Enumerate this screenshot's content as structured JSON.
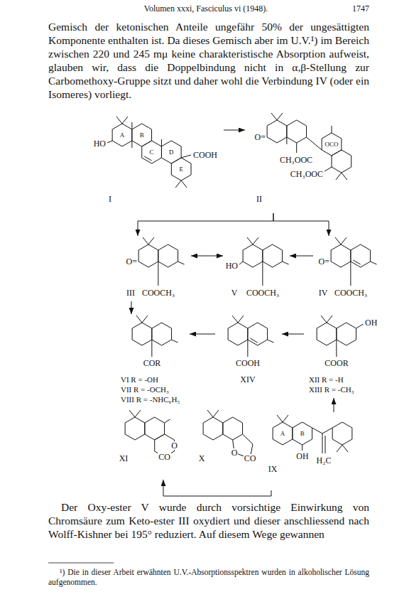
{
  "diagram": {
    "nodes": [
      {
        "text": [
          "HO",
          "A",
          "B",
          "C",
          "D",
          "E",
          "COOH",
          "I"
        ]
      },
      {
        "text": [
          "O=",
          "CH₃OOC",
          "OCO",
          "CH₃OOC",
          "II"
        ]
      },
      {
        "text": [
          "O=",
          "COOCH₃",
          "III"
        ]
      },
      {
        "text": [
          "HO",
          "COOCH₃",
          "V"
        ]
      },
      {
        "text": [
          "O=",
          "COOCH₃",
          "IV"
        ]
      },
      {
        "text": [
          "COR",
          "VI R = -OH",
          "VII R = -OCH₃",
          "VIII R = -NHC₆H₅"
        ]
      },
      {
        "text": [
          "COOH",
          "XIV"
        ]
      },
      {
        "text": [
          "OH",
          "COOR",
          "XII R = -H",
          "XIII R = -CH₃"
        ]
      },
      {
        "text": [
          "O",
          "CO",
          "XI"
        ]
      },
      {
        "text": [
          "O",
          "CO",
          "X"
        ]
      },
      {
        "text": [
          "A",
          "B",
          "OH",
          "H₂C",
          "IX"
        ]
      }
    ],
    "edges": [
      {
        "from": 0,
        "to": 1,
        "arrow": "to"
      },
      {
        "from": 1,
        "to": 2,
        "arrow": "to"
      },
      {
        "from": 1,
        "to": 4,
        "arrow": "to"
      },
      {
        "from": 2,
        "to": 3,
        "arrow": "both"
      },
      {
        "from": 4,
        "to": 3,
        "arrow": "to"
      },
      {
        "from": 2,
        "to": 5,
        "arrow": "to"
      },
      {
        "from": 6,
        "to": 5,
        "arrow": "to"
      },
      {
        "from": 7,
        "to": 6,
        "arrow": "to"
      },
      {
        "from": 10,
        "to": 7,
        "arrow": "to"
      },
      {
        "from": 10,
        "to": 8,
        "arrow": "to"
      }
    ],
    "labels": [
      "Volumen xxxi, Fasciculus vi (1948).",
      "1747",
      "Gemisch der ketonischen Anteile ungefähr 50% der ungesättigten Komponente enthalten ist. Da dieses Gemisch aber im U.V.¹) im Bereich zwischen 220 und 245 mμ keine charakteristische Absorption aufweist, glauben wir, dass die Doppelbindung nicht in α,β-Stellung zur Carbomethoxy-Gruppe sitzt und daher wohl die Verbindung IV (oder ein Isomeres) vorliegt.",
      "Der Oxy-ester V wurde durch vorsichtige Einwirkung von Chromsäure zum Keto-ester III oxydiert und dieser anschliessend nach Wolff-Kishner bei 195° reduziert. Auf diesem Wege gewannen",
      "¹) Die in dieser Arbeit erwähnten U.V.-Absorptionsspektren wurden in alkoholischer Lösung aufgenommen."
    ]
  }
}
